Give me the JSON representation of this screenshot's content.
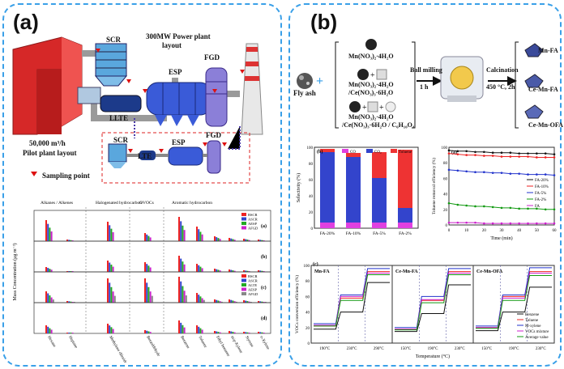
{
  "panel_a": {
    "tag": "(a)",
    "plant_title_1": "300MW Power plant",
    "plant_title_2": "layout",
    "unit_scr": "SCR",
    "unit_ltte": "LLTE",
    "unit_esp": "ESP",
    "unit_fgd": "FGD",
    "pilot_title_1": "50,000 m³/h",
    "pilot_title_2": "Pilot plant layout",
    "pilot_scr": "SCR",
    "pilot_lte": "LTE",
    "pilot_esp": "ESP",
    "pilot_fgd": "FGD",
    "sampling_label": "Sampling point",
    "chart_groups": [
      "Alkanes / Alkenes",
      "Halogenated hydrocarbon",
      "OVOCs",
      "Aromatic hydrocarbon"
    ],
    "ylabel": "Mass Concentration (μg m⁻³)",
    "subplot_tags": [
      "(a)",
      "(b)",
      "(c)",
      "(d)"
    ],
    "legend_top": [
      "BSCR",
      "ASCR",
      "AESP",
      "AFGD"
    ],
    "legend_bottom": [
      "BSCR",
      "ASCR",
      "ALTE",
      "AESP",
      "AFGD"
    ],
    "xtick_labels": [
      "Hexane",
      "Heptane",
      "Methylene chloride",
      "Benzaldehyde",
      "Benzene",
      "Toluene",
      "Ethyl benzene",
      "m/p-Xylene",
      "Styrene",
      "o-Xylene"
    ]
  },
  "panel_b": {
    "tag": "(b)",
    "fly_ash": "Fly ash",
    "recipe_1": "Mn(NO₃)₂·4H₂O",
    "recipe_2a": "Mn(NO₃)₂·4H₂O",
    "recipe_2b": "/Ce(NO₃)₃·6H₂O",
    "recipe_3a": "Mn(NO₃)₂·4H₂O",
    "recipe_3b": "/Ce(NO₃)₃·6H₂O / C₆H₁₀O₄",
    "ball_milling": "Ball milling",
    "time": "1 h",
    "calcination": "Calcination",
    "calc_cond": "450 °C, 2h",
    "products": [
      "Mn-FA",
      "Ce-Mn-FA",
      "Ce-Mn-OFA"
    ]
  },
  "chart_data": [
    {
      "type": "bar",
      "panel": "(b)",
      "ylabel": "Selectivity (%)",
      "ylim": [
        0,
        100
      ],
      "categories": [
        "FA-20%",
        "FA-10%",
        "FA-5%",
        "FA-2%"
      ],
      "series": [
        {
          "name": "CO",
          "color": "#e040e0",
          "values": [
            7,
            7,
            7,
            7
          ]
        },
        {
          "name": "CO₂",
          "color": "#3344cc",
          "values": [
            87,
            81,
            55,
            18
          ]
        },
        {
          "name": "Toluene",
          "color": "#ee3333",
          "values": [
            4,
            5,
            32,
            72
          ]
        }
      ]
    },
    {
      "type": "line",
      "panel": "(a)",
      "xlabel": "Time (min)",
      "ylabel": "Toluene removal efficiency (%)",
      "xlim": [
        0,
        60
      ],
      "x": [
        0,
        5,
        10,
        15,
        20,
        25,
        30,
        35,
        40,
        45,
        50,
        55,
        60
      ],
      "series": [
        {
          "name": "FA-20%",
          "color": "#111111",
          "values": [
            96,
            95,
            95,
            94,
            94,
            93,
            93,
            93,
            92,
            92,
            92,
            92,
            91
          ]
        },
        {
          "name": "FA-10%",
          "color": "#ee2222",
          "values": [
            92,
            91,
            90,
            90,
            89,
            89,
            88,
            88,
            88,
            88,
            87,
            87,
            87
          ]
        },
        {
          "name": "FA-5%",
          "color": "#2233cc",
          "values": [
            71,
            70,
            69,
            68,
            68,
            67,
            67,
            66,
            66,
            65,
            65,
            65,
            64
          ]
        },
        {
          "name": "FA-2%",
          "color": "#119911",
          "values": [
            28,
            26,
            25,
            24,
            24,
            23,
            22,
            22,
            21,
            21,
            21,
            20,
            20
          ]
        },
        {
          "name": "FA",
          "color": "#cc22cc",
          "values": [
            3,
            3,
            3,
            3,
            2,
            2,
            2,
            2,
            2,
            2,
            2,
            2,
            2
          ]
        }
      ]
    },
    {
      "type": "line",
      "panel": "(c)",
      "xlabel": "Temperature (°C)",
      "ylabel": "VOCs conversion efficiency (%)",
      "subplots": [
        {
          "title": "Mn-FA",
          "ticks": [
            "190°C",
            "230°C",
            "290°C"
          ]
        },
        {
          "title": "Ce-Mn-FA",
          "ticks": [
            "150°C",
            "190°C",
            "230°C"
          ]
        },
        {
          "title": "Ce-Mn-OFA",
          "ticks": [
            "150°C",
            "190°C",
            "230°C"
          ]
        }
      ],
      "legend": [
        "Benzene",
        "Toluene",
        "M-xylene",
        "VOCs mixture",
        "Average value"
      ],
      "colors": [
        "#111111",
        "#ee2222",
        "#2233cc",
        "#cc22cc",
        "#119911"
      ],
      "levels": [
        [
          [
            18,
            40,
            78
          ],
          [
            22,
            58,
            92
          ],
          [
            25,
            62,
            96
          ],
          [
            23,
            60,
            90
          ],
          [
            22,
            55,
            88
          ]
        ],
        [
          [
            15,
            38,
            75
          ],
          [
            18,
            55,
            92
          ],
          [
            20,
            60,
            96
          ],
          [
            18,
            56,
            90
          ],
          [
            17,
            52,
            88
          ]
        ],
        [
          [
            16,
            40,
            72
          ],
          [
            20,
            60,
            92
          ],
          [
            22,
            62,
            97
          ],
          [
            20,
            58,
            90
          ],
          [
            19,
            55,
            87
          ]
        ]
      ]
    }
  ]
}
